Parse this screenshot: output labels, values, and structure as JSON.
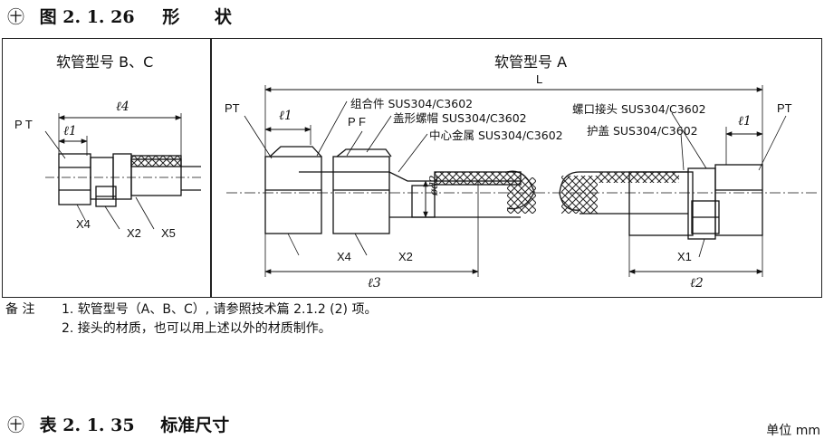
{
  "figure": {
    "symbol": "㊉",
    "number": "图 2. 1. 26",
    "name": "形 状"
  },
  "panel_bc": {
    "title": "软管型号 B、C",
    "labels": {
      "pt": "P T",
      "l4": "ℓ4",
      "l1": "ℓ1",
      "x4": "X4",
      "x2": "X2",
      "x5": "X5"
    }
  },
  "panel_a": {
    "title": "软管型号 A",
    "labels": {
      "L": "L",
      "pt_left": "PT",
      "pt_right": "PT",
      "pf": "P F",
      "l1_left": "ℓ1",
      "l1_right": "ℓ1",
      "l2": "ℓ2",
      "l3": "ℓ3",
      "d2": "ød2",
      "x4": "X4",
      "x2": "X2",
      "x1": "X1"
    },
    "materials": {
      "assembly": "组合件 SUS304/C3602",
      "cap_nut": "盖形螺帽 SUS304/C3602",
      "center_metal": "中心金属 SUS304/C3602",
      "threaded_joint": "螺口接头 SUS304/C3602",
      "guard_cap": "护盖 SUS304/C3602"
    }
  },
  "notes": {
    "label": "备 注",
    "items": [
      "1. 软管型号（A、B、C）, 请参照技术篇 2.1.2 (2) 项。",
      "2. 接头的材质，也可以用上述以外的材质制作。"
    ]
  },
  "table": {
    "symbol": "㊉",
    "number": "表 2. 1. 35",
    "name": "标准尺寸",
    "unit": "单位 mm"
  }
}
